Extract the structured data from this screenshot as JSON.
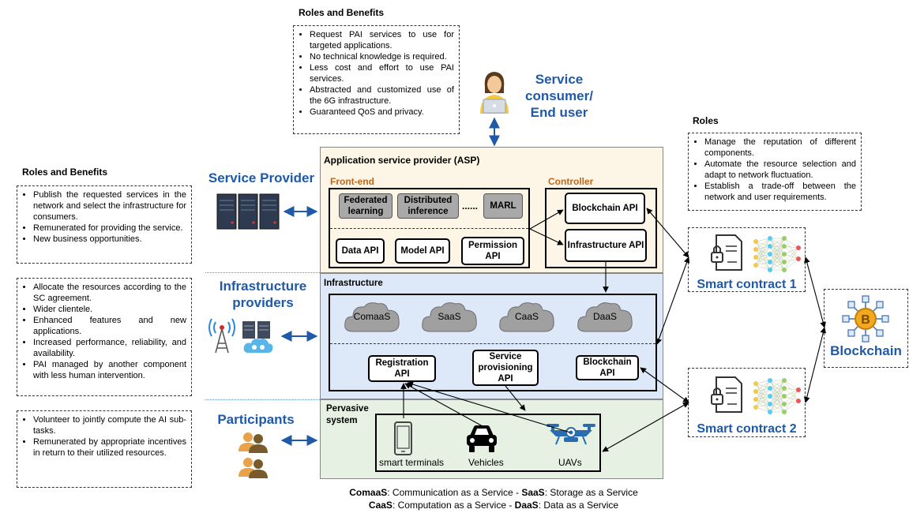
{
  "top_benefits": {
    "title": "Roles and Benefits",
    "items": [
      "Request PAI services to use for targeted applications.",
      "No technical knowledge is required.",
      "Less cost and effort to use PAI services.",
      "Abstracted and customized use of the 6G infrastructure.",
      "Guaranteed QoS and privacy."
    ]
  },
  "consumer": {
    "title_line1": "Service",
    "title_line2": "consumer/",
    "title_line3": "End user"
  },
  "sp_benefits": {
    "title": "Roles and Benefits",
    "items": [
      "Publish the requested services in the network and select the infrastructure for consumers.",
      "Remunerated for providing the service.",
      "New business opportunities."
    ]
  },
  "ip_benefits": {
    "items": [
      "Allocate the resources according to the SC agreement.",
      "Wider clientele.",
      "Enhanced features and new applications.",
      "Increased performance, reliability, and availability.",
      "PAI managed by another component with less human intervention."
    ]
  },
  "part_benefits": {
    "items": [
      "Volunteer to jointly compute the AI sub-tasks.",
      "Remunerated by appropriate incentives in return to their utilized resources."
    ]
  },
  "roles_right": {
    "title": "Roles",
    "items": [
      "Manage the reputation of different components.",
      "Automate the resource selection and adapt to network fluctuation.",
      "Establish a trade-off between the network and user requirements."
    ]
  },
  "actors": {
    "service_provider": "Service Provider",
    "infra_line1": "Infrastructure",
    "infra_line2": "providers",
    "participants": "Participants"
  },
  "asp": {
    "title": "Application service provider (ASP)",
    "frontend": "Front-end",
    "controller": "Controller",
    "grey": [
      "Federated learning",
      "Distributed inference",
      "MARL"
    ],
    "dots": "......",
    "apis": [
      "Data API",
      "Model API",
      "Permission API"
    ],
    "ctrl_apis": [
      "Blockchain API",
      "Infrastructure API"
    ]
  },
  "infra": {
    "title": "Infrastructure",
    "clouds": [
      "ComaaS",
      "SaaS",
      "CaaS",
      "DaaS"
    ],
    "apis": [
      "Registration API",
      "Service provisioning API",
      "Blockchain API"
    ]
  },
  "pervasive": {
    "title_line1": "Pervasive",
    "title_line2": "system",
    "devices": [
      "smart terminals",
      "Vehicles",
      "UAVs"
    ]
  },
  "smart_contracts": [
    "Smart contract 1",
    "Smart contract 2"
  ],
  "blockchain": "Blockchain",
  "legend": {
    "line1_b1": "ComaaS",
    "line1_t1": ": Communication as a Service - ",
    "line1_b2": "SaaS",
    "line1_t2": ": Storage as a Service",
    "line2_b1": "CaaS",
    "line2_t1": ": Computation as a Service - ",
    "line2_b2": "DaaS",
    "line2_t2": ": Data as a Service"
  },
  "colors": {
    "title_blue": "#1f5aa8",
    "asp_bg": "#fdf6e6",
    "infra_bg": "#dde8f8",
    "pervasive_bg": "#e6f0e3",
    "frontend_label": "#c0671b",
    "grey_module": "#a9a9a9"
  }
}
